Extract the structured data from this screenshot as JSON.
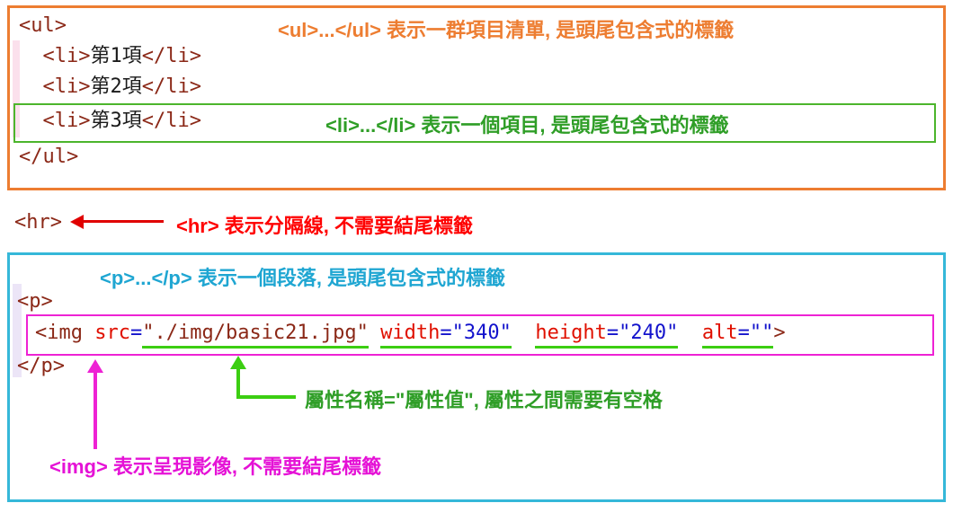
{
  "accent_colors": {
    "orange": "#ed7d31",
    "green": "#2f9e27",
    "bright_green": "#3cce12",
    "red": "#ff0000",
    "cyan": "#1fa6d2",
    "magenta": "#e512d6",
    "code_tag": "#8b2817",
    "code_attr_name": "#e01000",
    "code_value": "#1212cc"
  },
  "top_box": {
    "annotation_ul": "<ul>...</ul> 表示一群項目清單, 是頭尾包含式的標籤",
    "annotation_li": "<li>...</li> 表示一個項目, 是頭尾包含式的標籤",
    "lines": {
      "l1": [
        {
          "t": "<ul>",
          "c": "tag"
        }
      ],
      "l2": [
        {
          "t": "  ",
          "c": "plain"
        },
        {
          "t": "<li>",
          "c": "tag"
        },
        {
          "t": "第1項",
          "c": "plain"
        },
        {
          "t": "</li>",
          "c": "tag"
        }
      ],
      "l3": [
        {
          "t": "  ",
          "c": "plain"
        },
        {
          "t": "<li>",
          "c": "tag"
        },
        {
          "t": "第2項",
          "c": "plain"
        },
        {
          "t": "</li>",
          "c": "tag"
        }
      ],
      "l4": [
        {
          "t": "  ",
          "c": "plain"
        },
        {
          "t": "<li>",
          "c": "tag"
        },
        {
          "t": "第3項",
          "c": "plain"
        },
        {
          "t": "</li>",
          "c": "tag"
        }
      ],
      "l5": [
        {
          "t": "</ul>",
          "c": "tag"
        }
      ]
    }
  },
  "hr_section": {
    "code": [
      {
        "t": "<hr>",
        "c": "tag"
      }
    ],
    "annotation": "<hr> 表示分隔線, 不需要結尾標籤"
  },
  "bottom_box": {
    "annotation_p": "<p>...</p> 表示一個段落, 是頭尾包含式的標籤",
    "p_open": [
      {
        "t": "<p>",
        "c": "tag"
      }
    ],
    "p_close": [
      {
        "t": "</p>",
        "c": "tag"
      }
    ],
    "img_line": [
      {
        "t": "<img ",
        "c": "tag"
      },
      {
        "t": "src",
        "c": "attr"
      },
      {
        "t": "=",
        "c": "eq"
      },
      {
        "t": "\"./img/basic21.jpg\"",
        "c": "str",
        "u": true
      },
      {
        "t": " ",
        "c": "plain"
      },
      {
        "t": "width",
        "c": "attr",
        "u": true
      },
      {
        "t": "=",
        "c": "eq",
        "u": true
      },
      {
        "t": "\"340\"",
        "c": "val",
        "u": true
      },
      {
        "t": "  ",
        "c": "plain"
      },
      {
        "t": "height",
        "c": "attr",
        "u": true
      },
      {
        "t": "=",
        "c": "eq",
        "u": true
      },
      {
        "t": "\"240\"",
        "c": "val",
        "u": true
      },
      {
        "t": "  ",
        "c": "plain"
      },
      {
        "t": "alt",
        "c": "attr",
        "u": true
      },
      {
        "t": "=",
        "c": "eq",
        "u": true
      },
      {
        "t": "\"\"",
        "c": "val",
        "u": true
      },
      {
        "t": ">",
        "c": "tag"
      }
    ],
    "annotation_attr": "屬性名稱=\"屬性值\", 屬性之間需要有空格",
    "annotation_img": "<img> 表示呈現影像, 不需要結尾標籤"
  }
}
